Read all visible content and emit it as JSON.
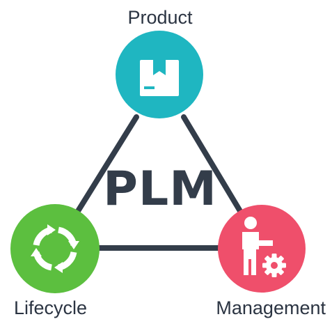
{
  "center_title": "PLM",
  "nodes": {
    "product": {
      "label": "Product",
      "color": "#1fb6c1",
      "icon": "box-icon"
    },
    "lifecycle": {
      "label": "Lifecycle",
      "color": "#5cbf3f",
      "icon": "cycle-arrows-icon"
    },
    "management": {
      "label": "Management",
      "color": "#ef4f6b",
      "icon": "person-gear-icon"
    }
  },
  "connector_color": "#333d4a"
}
